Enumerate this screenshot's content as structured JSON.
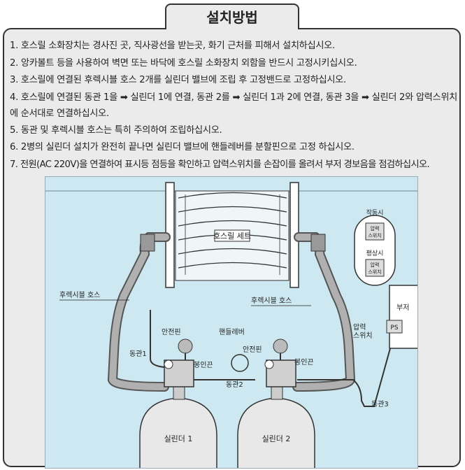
{
  "title": "설치방법",
  "steps": [
    "1. 호스릴 소화장치는 경사진 곳, 직사광선을 받는곳, 화기 근처를 피해서 설치하십시오.",
    "2. 앙카볼트 등을 사용하여 벽면 또는 바닥에 호스릴 소화장치 외함을 반드시 고정시키십시오.",
    "3. 호스릴에 연결된 후렉시블 호스 2개를 실린더 밸브에 조립 후 고정밴드로 고정하십시오.",
    "4. 호스릴에 연결된 동관 1을 ➡ 실린더 1에 연결, 동관 2를 ➡ 실린더 1과 2에 연결, 동관 3을 ➡ 실린더 2와 압력스위치에 순서대로 연결하십시오.",
    "5. 동관 및 후렉시블 호스는 특히 주의하여 조립하십시오.",
    "6. 2병의 실린더 설치가 완전히 끝나면 실린더 밸브에 핸들레버를 분할핀으로 고정 하십시오.",
    "7. 전원(AC 220V)을 연결하여 표시등 점등을 확인하고 압력스위치를 손잡이를 올려서 부저 경보음을 점검하십시오."
  ],
  "diagram": {
    "hose_reel_set": "호스릴 세트",
    "flex_hose_left": "후렉시블 호스",
    "flex_hose_right": "후렉시블 호스",
    "pipe1": "동관1",
    "pipe2": "동관2",
    "pipe3": "동관3",
    "safety_pin_1": "안전핀",
    "safety_pin_2": "안전핀",
    "handle_lever": "핸들레버",
    "seal_pin_1": "봉인끈",
    "seal_pin_2": "봉인끈",
    "cylinder1": "실린더 1",
    "cylinder2": "실린더 2",
    "operating": "작동시",
    "normal": "평상시",
    "ps_label_top": "압력",
    "ps_label_bottom": "스위치",
    "buzzer": "부저",
    "pressure_switch_1": "압력",
    "pressure_switch_2": "스위치",
    "ps_badge": "PS"
  }
}
